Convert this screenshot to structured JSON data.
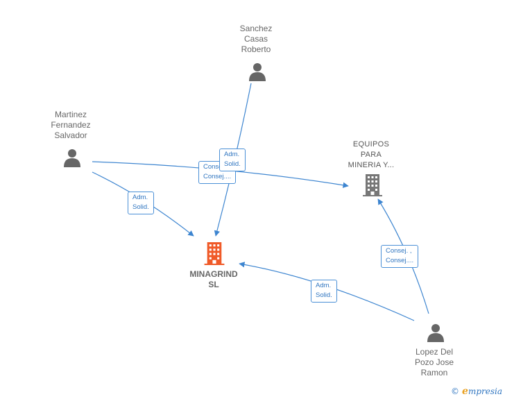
{
  "nodes": {
    "sanchez": {
      "label": [
        "Sanchez",
        "Casas",
        "Roberto"
      ],
      "type": "person"
    },
    "martinez": {
      "label": [
        "Martinez",
        "Fernandez",
        "Salvador"
      ],
      "type": "person"
    },
    "equipos": {
      "label": [
        "EQUIPOS",
        "PARA",
        "MINERIA Y..."
      ],
      "type": "company"
    },
    "minagrind": {
      "label": [
        "MINAGRIND",
        "SL"
      ],
      "type": "company-main"
    },
    "lopez": {
      "label": [
        "Lopez Del",
        "Pozo Jose",
        "Ramon"
      ],
      "type": "person"
    }
  },
  "edges": {
    "sanchez_minagrind": {
      "label": [
        "Adm.",
        "Solid."
      ]
    },
    "martinez_equipos": {
      "label": [
        "Consej. ,",
        "Consej...."
      ]
    },
    "martinez_minagrind": {
      "label": [
        "Adm.",
        "Solid."
      ]
    },
    "lopez_equipos": {
      "label": [
        "Consej. ,",
        "Consej...."
      ]
    },
    "lopez_minagrind": {
      "label": [
        "Adm.",
        "Solid."
      ]
    }
  },
  "colors": {
    "edge": "#3d85d0",
    "person_icon": "#666666",
    "company_icon": "#777777",
    "main_company_icon": "#f05a28"
  },
  "footer": {
    "copyright_symbol": "©",
    "brand_initial": "e",
    "brand_rest": "mpresia"
  }
}
